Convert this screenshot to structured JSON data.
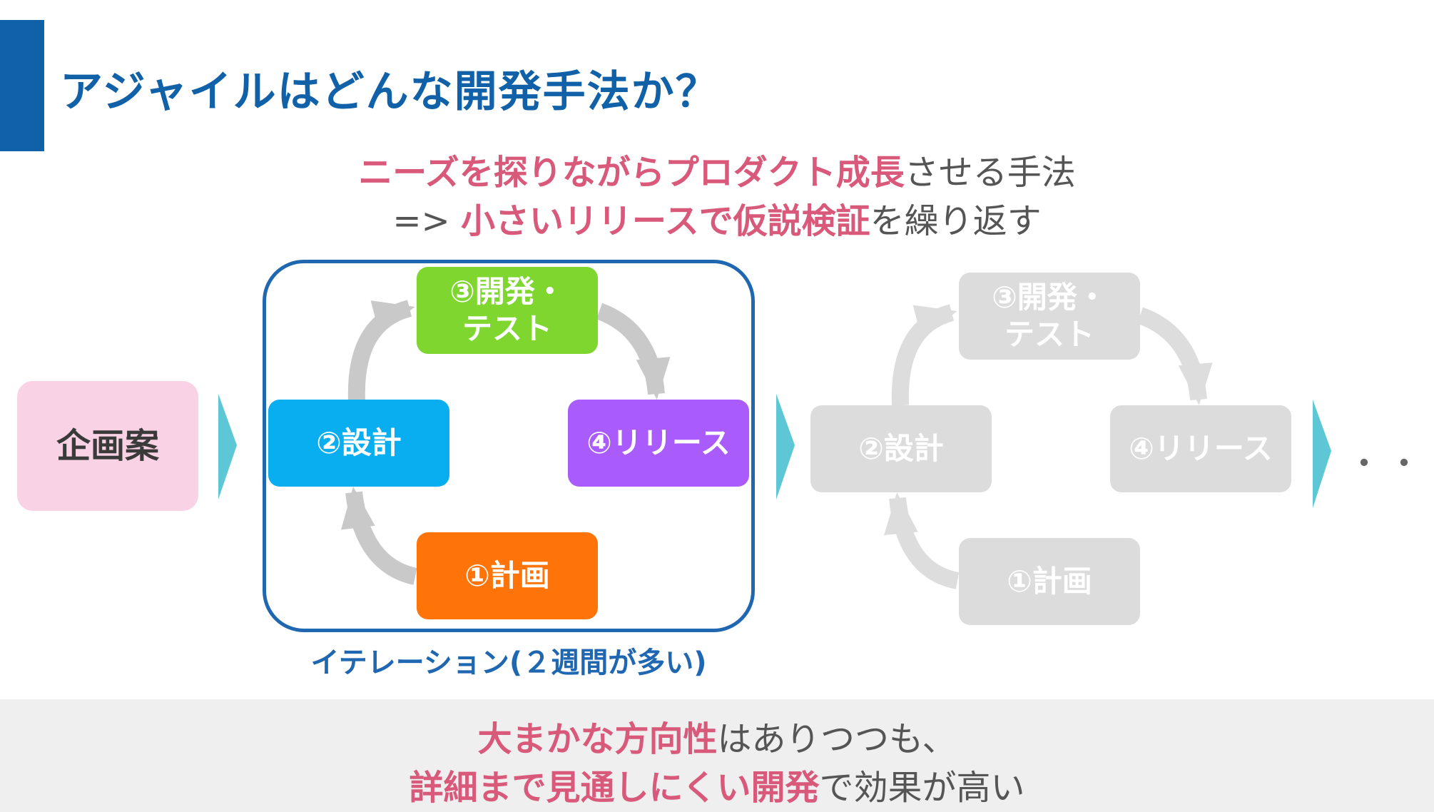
{
  "title": "アジャイルはどんな開発手法か？",
  "lead": {
    "line1_em": "ニーズを探りながらプロダクト成長",
    "line1_rest": "させる手法",
    "line2_pre": "=> ",
    "line2_em": "小さいリリースで仮説検証",
    "line2_rest": "を繰り返す"
  },
  "planning_box": "企画案",
  "iteration1": {
    "step1": "①計画",
    "step2": "②設計",
    "step3_line1": "③開発・",
    "step3_line2": "テスト",
    "step4": "④リリース"
  },
  "iteration2": {
    "step1": "①計画",
    "step2": "②設計",
    "step3_line1": "③開発・",
    "step3_line2": "テスト",
    "step4": "④リリース"
  },
  "iteration_caption": "イテレーション(２週間が多い)",
  "ellipsis": "・・・",
  "bottom": {
    "line1_em": "大まかな方向性",
    "line1_rest": "はありつつも、",
    "line2_em": "詳細まで見通しにくい開発",
    "line2_rest": "で効果が高い"
  },
  "colors": {
    "title_blue": "#1061a8",
    "accent_pink": "#d9597a",
    "planning_pink": "#f9d3e5",
    "step1_orange": "#ff7409",
    "step2_blue": "#08aef0",
    "step3_green": "#7ed62f",
    "step4_purple": "#a95bfb",
    "faded_gray": "#dcdcdc",
    "teal_arrow": "#5ec7d5",
    "cycle_arrow": "#c9c9c9"
  }
}
